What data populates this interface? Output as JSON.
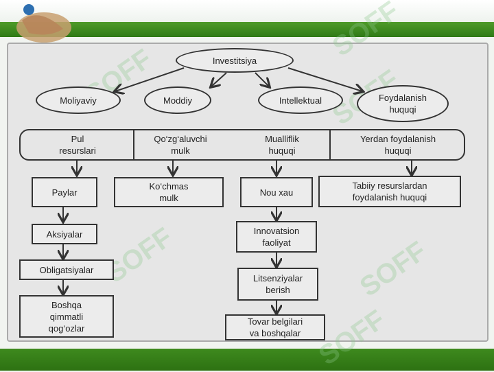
{
  "title": "Investitsiya",
  "categories": [
    {
      "label": "Moliyaviy"
    },
    {
      "label": "Moddiy"
    },
    {
      "label": "Intellektual"
    },
    {
      "label": "Foydalanish\nhuquqi"
    }
  ],
  "subcategories": {
    "pul": "Pul\nresurslari",
    "mulk": "Qo‘zg‘aluvchi\nmulk",
    "mualliflik": "Mualliflik\nhuquqi",
    "yerdan": "Yerdan foydalanish\nhuquqi"
  },
  "items": {
    "paylar": "Paylar",
    "aksiyalar": "Aksiyalar",
    "obligatsiyalar": "Obligatsiyalar",
    "boshqa": "Boshqa\nqimmatli\nqog‘ozlar",
    "kochmas": "Ko‘chmas\nmulk",
    "nouxau": "Nou xau",
    "innovatsion": "Innovatsion\nfaoliyat",
    "litsenziya": "Litsenziyalar\nberish",
    "tovar": "Tovar belgilari\nva boshqalar",
    "tabiiy": "Tabiiy resurslardan\nfoydalanish huquqi"
  },
  "watermark": "SOFF",
  "colors": {
    "green": "#3e8a1e",
    "panel": "#e6e6e6",
    "line": "#333333"
  }
}
